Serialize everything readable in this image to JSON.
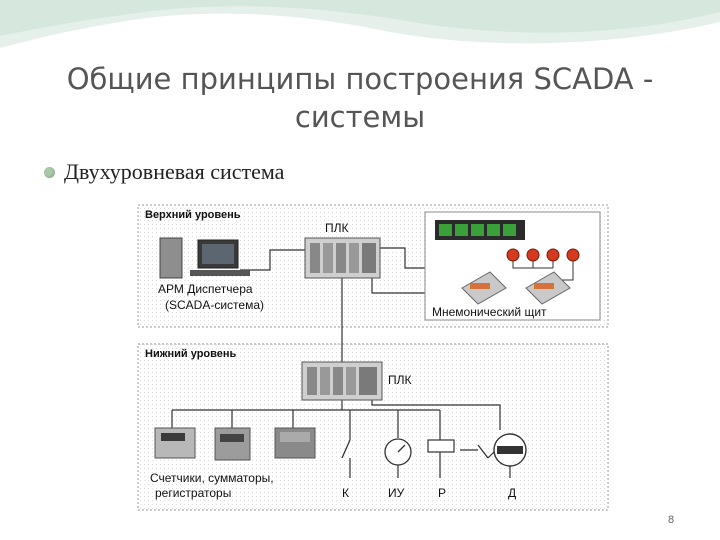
{
  "slide": {
    "title": "Общие принципы построения SCADA - системы",
    "bullet": "Двухуровневая система",
    "page_number": "8"
  },
  "diagram": {
    "upper_level": {
      "heading": "Верхний уровень",
      "plc": "ПЛК",
      "workstation_line1": "АРМ Диспетчера",
      "workstation_line2": "(SCADA-система)",
      "mimic_panel": "Мнемонический щит"
    },
    "lower_level": {
      "heading": "Нижний уровень",
      "plc": "ПЛК",
      "meters_line1": "Счетчики, сумматоры,",
      "meters_line2": "регистраторы",
      "label_k": "К",
      "label_iu": "ИУ",
      "label_r": "Р",
      "label_d": "Д"
    }
  },
  "colors": {
    "accent_wave": "#cfe3d8",
    "bullet": "#a8c8a6",
    "display_green": "#3aa03a",
    "lamp_red": "#d33a20"
  }
}
